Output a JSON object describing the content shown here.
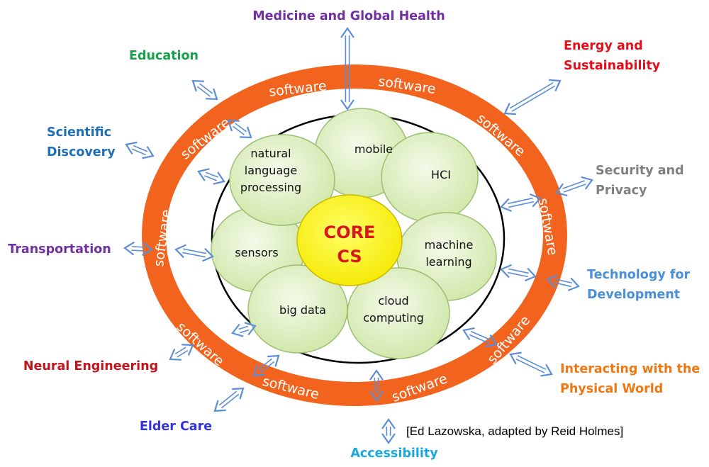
{
  "ring_word": "software",
  "core": {
    "lines": [
      "CORE",
      "CS"
    ],
    "color": "#d8161d"
  },
  "petals": [
    {
      "lines": [
        "mobile"
      ]
    },
    {
      "lines": [
        "HCI"
      ]
    },
    {
      "lines": [
        "machine",
        "learning"
      ]
    },
    {
      "lines": [
        "cloud",
        "computing"
      ]
    },
    {
      "lines": [
        "big data"
      ]
    },
    {
      "lines": [
        "sensors"
      ]
    },
    {
      "lines": [
        "natural",
        "language",
        "processing"
      ]
    }
  ],
  "applications": [
    {
      "lines": [
        "Medicine and Global Health"
      ],
      "color": "#7030a0"
    },
    {
      "lines": [
        "Energy and",
        "Sustainability"
      ],
      "color": "#e3101b"
    },
    {
      "lines": [
        "Security and",
        "Privacy"
      ],
      "color": "#808080"
    },
    {
      "lines": [
        "Technology for",
        "Development"
      ],
      "color": "#4a90d9"
    },
    {
      "lines": [
        "Interacting with the",
        "Physical World"
      ],
      "color": "#ee7814"
    },
    {
      "lines": [
        "Accessibility"
      ],
      "color": "#19a7e0"
    },
    {
      "lines": [
        "Elder Care"
      ],
      "color": "#3333dd"
    },
    {
      "lines": [
        "Neural Engineering"
      ],
      "color": "#c0141e"
    },
    {
      "lines": [
        "Transportation"
      ],
      "color": "#7030a0"
    },
    {
      "lines": [
        "Scientific",
        "Discovery"
      ],
      "color": "#1f6fb6"
    },
    {
      "lines": [
        "Education"
      ],
      "color": "#17a24a"
    }
  ],
  "credit": "[Ed Lazowska, adapted by Reid Holmes]",
  "colors": {
    "ring": "#f2631e",
    "petal_fill": "#d8ecb0",
    "petal_stroke": "#9cbf72",
    "core_fill": "#ffff00",
    "arrow": "#5b8ed6"
  }
}
